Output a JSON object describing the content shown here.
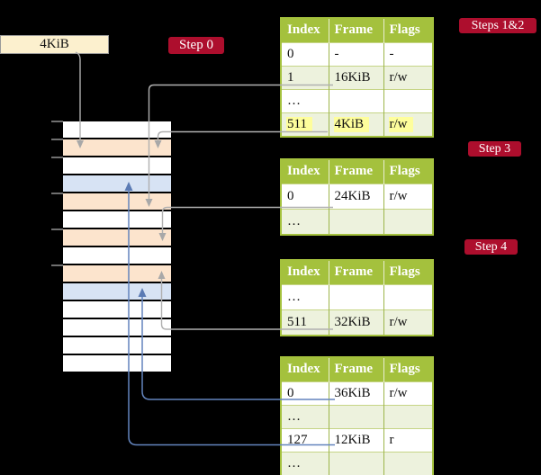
{
  "colors": {
    "background": "#000000",
    "table_header_green": "#a4c13d",
    "table_row_tint": "#edf2dd",
    "highlight_yellow": "#fefe9c",
    "badge_red": "#ad0e2d",
    "memory_page_peach": "#fce4cd",
    "memory_page_blue": "#d7e3f4",
    "arrow_gray": "#b0b0b0",
    "arrow_blue": "#6384bd"
  },
  "page_box": {
    "label": "4KiB"
  },
  "badges": {
    "step0": "Step 0",
    "steps12": "Steps 1&2",
    "step3": "Step 3",
    "step4": "Step 4"
  },
  "memory": {
    "rows": [
      "white",
      "peach",
      "white",
      "blue",
      "peach",
      "white",
      "peach",
      "white",
      "peach",
      "blue",
      "white",
      "white",
      "white",
      "white"
    ]
  },
  "tables": [
    {
      "headers": [
        "Index",
        "Frame",
        "Flags"
      ],
      "rows": [
        {
          "cells": [
            "0",
            "-",
            "-"
          ],
          "shade": false,
          "highlight": false
        },
        {
          "cells": [
            "1",
            "16KiB",
            "r/w"
          ],
          "shade": true,
          "highlight": false
        },
        {
          "cells": [
            "…",
            "",
            ""
          ],
          "shade": false,
          "highlight": false
        },
        {
          "cells": [
            "511",
            "4KiB",
            "r/w"
          ],
          "shade": true,
          "highlight": true
        }
      ]
    },
    {
      "headers": [
        "Index",
        "Frame",
        "Flags"
      ],
      "rows": [
        {
          "cells": [
            "0",
            "24KiB",
            "r/w"
          ],
          "shade": false,
          "highlight": false
        },
        {
          "cells": [
            "…",
            "",
            ""
          ],
          "shade": true,
          "highlight": false
        }
      ]
    },
    {
      "headers": [
        "Index",
        "Frame",
        "Flags"
      ],
      "rows": [
        {
          "cells": [
            "…",
            "",
            ""
          ],
          "shade": false,
          "highlight": false
        },
        {
          "cells": [
            "511",
            "32KiB",
            "r/w"
          ],
          "shade": true,
          "highlight": false
        }
      ]
    },
    {
      "headers": [
        "Index",
        "Frame",
        "Flags"
      ],
      "rows": [
        {
          "cells": [
            "0",
            "36KiB",
            "r/w"
          ],
          "shade": false,
          "highlight": false
        },
        {
          "cells": [
            "…",
            "",
            ""
          ],
          "shade": true,
          "highlight": false
        },
        {
          "cells": [
            "127",
            "12KiB",
            "r"
          ],
          "shade": false,
          "highlight": false
        },
        {
          "cells": [
            "…",
            "",
            ""
          ],
          "shade": true,
          "highlight": false
        }
      ]
    }
  ],
  "arrows": [
    {
      "from": "4KiB box",
      "to": "memory page 2 (peach)",
      "color": "gray"
    },
    {
      "from": "table1 entry 511 / 4KiB",
      "to": "memory page 2 (peach)",
      "color": "gray"
    },
    {
      "from": "table1 entry 1 / 16KiB",
      "to": "memory page 5 (peach)",
      "color": "gray"
    },
    {
      "from": "table2 entry 0 / 24KiB",
      "to": "memory page 7 (peach)",
      "color": "gray"
    },
    {
      "from": "table3 entry 511 / 32KiB",
      "to": "memory page 9 (peach)",
      "color": "gray"
    },
    {
      "from": "table4 entry 0 / 36KiB",
      "to": "memory page 10 (blue)",
      "color": "blue"
    },
    {
      "from": "table4 entry 127 / 12KiB",
      "to": "memory page 4 (blue)",
      "color": "blue"
    }
  ]
}
